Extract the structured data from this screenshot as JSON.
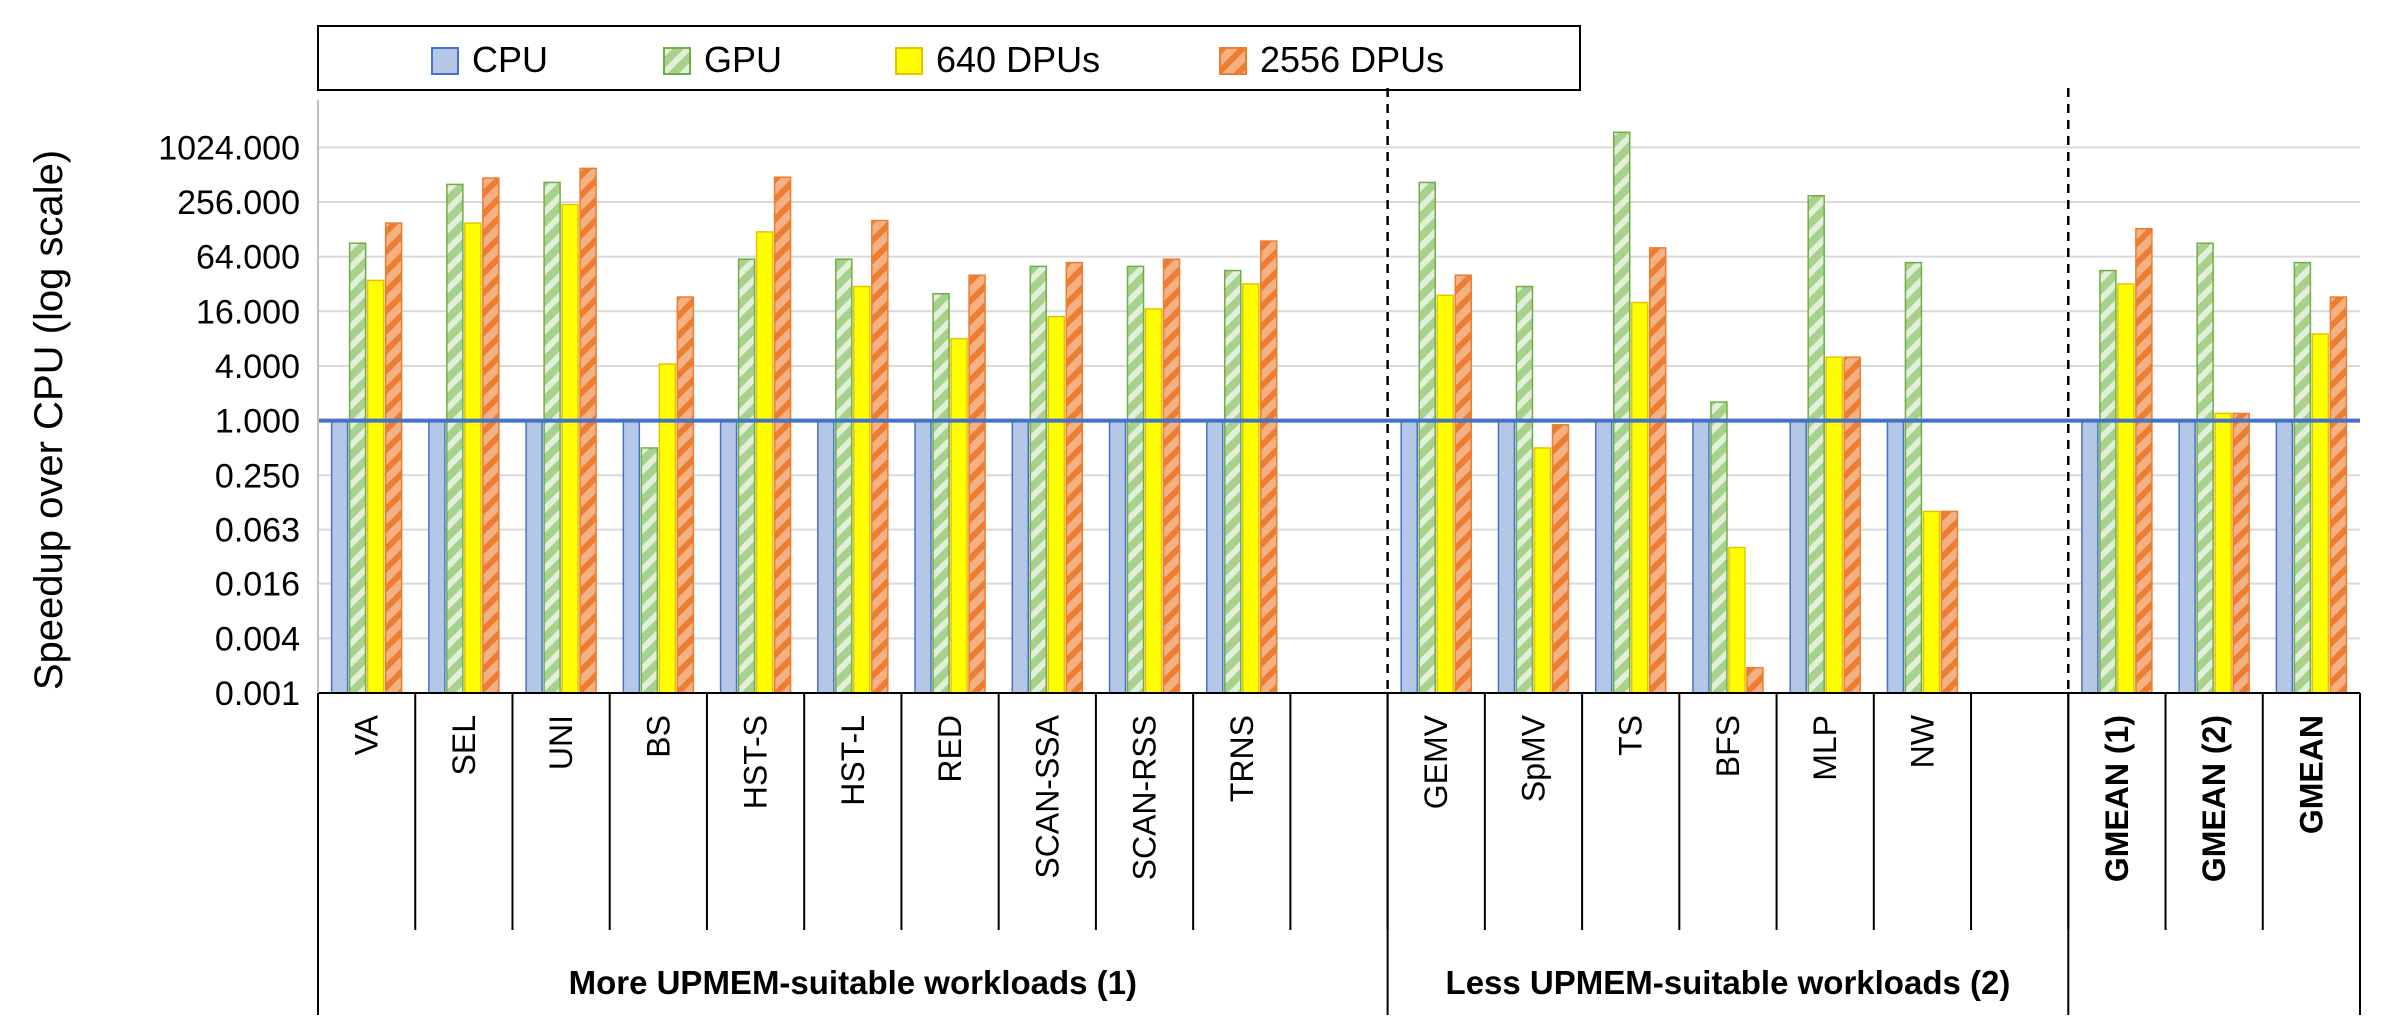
{
  "chart_data": {
    "type": "bar",
    "ylabel": "Speedup over CPU (log scale)",
    "yscale": "log2",
    "ylim": [
      0.001,
      2048
    ],
    "yticks": [
      0.001,
      0.004,
      0.016,
      0.063,
      0.25,
      1,
      4,
      16,
      64,
      256,
      1024
    ],
    "ytick_labels": [
      "0.001",
      "0.004",
      "0.016",
      "0.063",
      "0.250",
      "1.000",
      "4.000",
      "16.000",
      "64.000",
      "256.000",
      "1024.000"
    ],
    "legend": [
      "CPU",
      "GPU",
      "640 DPUs",
      "2556 DPUs"
    ],
    "legend_position": "top",
    "colors": {
      "CPU": "#b4c7e7",
      "GPU": "#a9d18e",
      "640 DPUs": "#ffff00",
      "2556 DPUs": "#f4b183",
      "reference_line": "#4472c4"
    },
    "categories": [
      "VA",
      "SEL",
      "UNI",
      "BS",
      "HST-S",
      "HST-L",
      "RED",
      "SCAN-SSA",
      "SCAN-RSS",
      "TRNS",
      "",
      "GEMV",
      "SpMV",
      "TS",
      "BFS",
      "MLP",
      "NW",
      "",
      "GMEAN (1)",
      "GMEAN (2)",
      "GMEAN"
    ],
    "bold_categories": [
      "GMEAN (1)",
      "GMEAN (2)",
      "GMEAN"
    ],
    "groups": [
      {
        "label": "More UPMEM-suitable workloads (1)",
        "from": 0,
        "to": 10
      },
      {
        "label": "Less UPMEM-suitable workloads (2)",
        "from": 11,
        "to": 17
      },
      {
        "label": "",
        "from": 18,
        "to": 20
      }
    ],
    "series": [
      {
        "name": "CPU",
        "values": [
          1,
          1,
          1,
          1,
          1,
          1,
          1,
          1,
          1,
          1,
          null,
          1,
          1,
          1,
          1,
          1,
          1,
          null,
          1,
          1,
          1
        ]
      },
      {
        "name": "GPU",
        "values": [
          90,
          400,
          420,
          0.5,
          60,
          60,
          25,
          50,
          50,
          45,
          null,
          420,
          30,
          1500,
          1.6,
          300,
          55,
          null,
          45,
          90,
          55
        ]
      },
      {
        "name": "640 DPUs",
        "values": [
          35,
          150,
          240,
          4.2,
          120,
          30,
          8,
          14,
          17,
          32,
          null,
          24,
          0.5,
          20,
          0.04,
          5,
          0.1,
          null,
          32,
          1.2,
          9
        ]
      },
      {
        "name": "2556 DPUs",
        "values": [
          150,
          470,
          600,
          23,
          480,
          160,
          40,
          55,
          60,
          95,
          null,
          40,
          0.9,
          80,
          0.0019,
          5,
          0.1,
          null,
          130,
          1.2,
          23
        ]
      }
    ]
  }
}
